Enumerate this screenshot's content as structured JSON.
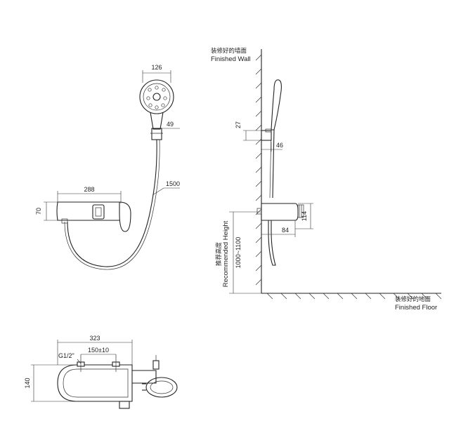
{
  "top_view": {
    "dims": {
      "head_width": "126",
      "holder_offset": "49",
      "hose_length": "1500",
      "body_length": "288",
      "body_height": "70"
    }
  },
  "side_view": {
    "wall_label_cn": "装修好的墙面",
    "wall_label_en": "Finished Wall",
    "floor_label_cn": "装修好的地面",
    "floor_label_en": "Finished Floor",
    "height_label_cn": "推荐高度",
    "height_label_en": "Recommended Height",
    "height_range": "1000~1100",
    "dims": {
      "bracket_height": "27",
      "bracket_depth": "46",
      "body_height": "114",
      "outlet_depth": "84"
    }
  },
  "bottom_view": {
    "dims": {
      "overall_length": "323",
      "thread": "G1/2\"",
      "center_distance": "150±10",
      "depth": "140"
    }
  }
}
